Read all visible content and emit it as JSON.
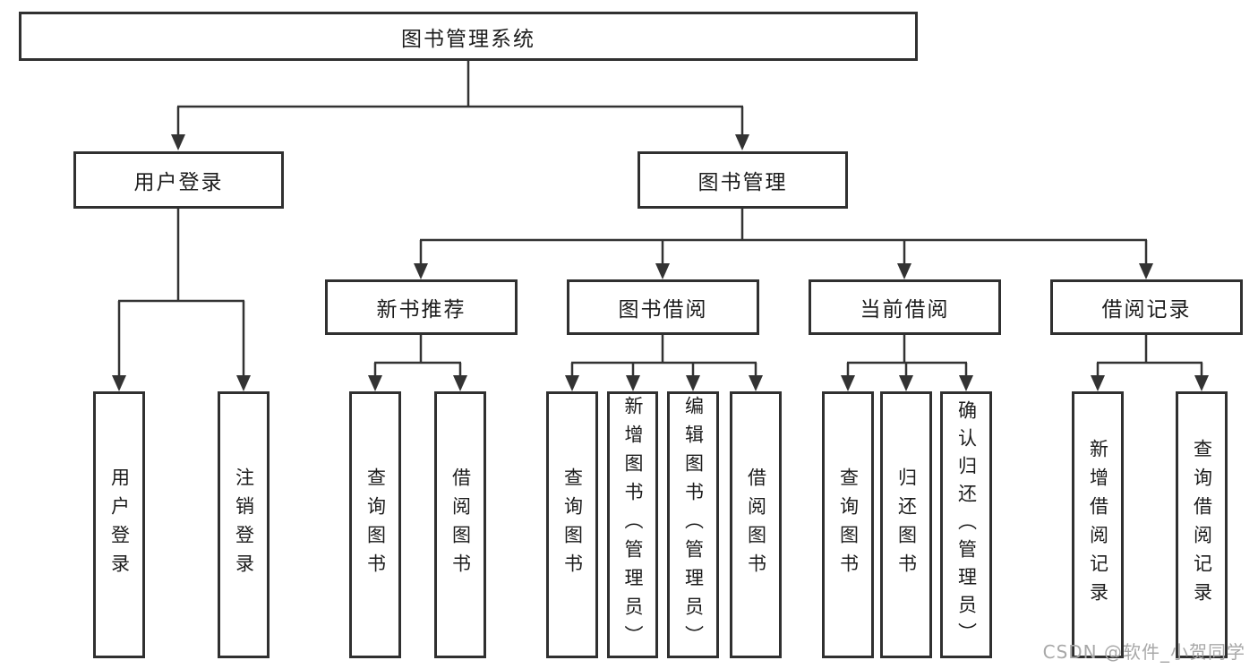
{
  "colors": {
    "line": "#333333",
    "box_border": "#303030",
    "text": "#1c1c1c",
    "watermark": "#a8a8a8",
    "background": "#ffffff"
  },
  "watermark": {
    "text": "CSDN @软件_小贺同学"
  },
  "tree": {
    "label": "图书管理系统",
    "children": [
      {
        "label": "用户登录",
        "children": [
          {
            "label": "用户登录"
          },
          {
            "label": "注销登录"
          }
        ]
      },
      {
        "label": "图书管理",
        "children": [
          {
            "label": "新书推荐",
            "children": [
              {
                "label": "查询图书"
              },
              {
                "label": "借阅图书"
              }
            ]
          },
          {
            "label": "图书借阅",
            "children": [
              {
                "label": "查询图书"
              },
              {
                "label": "新增图书（管理员）"
              },
              {
                "label": "编辑图书（管理员）"
              },
              {
                "label": "借阅图书"
              }
            ]
          },
          {
            "label": "当前借阅",
            "children": [
              {
                "label": "查询图书"
              },
              {
                "label": "归还图书"
              },
              {
                "label": "确认归还（管理员）"
              }
            ]
          },
          {
            "label": "借阅记录",
            "children": [
              {
                "label": "新增借阅记录"
              },
              {
                "label": "查询借阅记录"
              }
            ]
          }
        ]
      }
    ]
  }
}
